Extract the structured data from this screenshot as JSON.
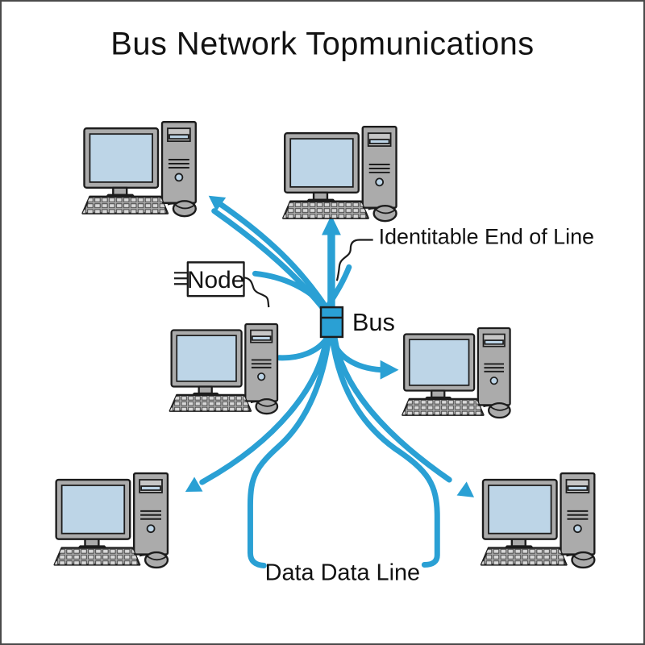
{
  "diagram": {
    "title": "Bus Network Topmunications",
    "labels": {
      "node": "Node",
      "bus": "Bus",
      "end_of_line": "Identitable End of Line",
      "data_line": "Data Data Line"
    },
    "nodes": [
      {
        "id": "computer-top-left"
      },
      {
        "id": "computer-top-center"
      },
      {
        "id": "computer-middle-left"
      },
      {
        "id": "computer-middle-right"
      },
      {
        "id": "computer-bottom-left"
      },
      {
        "id": "computer-bottom-right"
      }
    ],
    "colors": {
      "line_blue": "#2aa0d4",
      "bus_fill": "#2aa0d4",
      "screen_blue": "#bdd5e7",
      "body_gray": "#ababab",
      "outline": "#1c1c1c",
      "frame": "#4a4a4a",
      "bg": "#ffffff"
    }
  }
}
